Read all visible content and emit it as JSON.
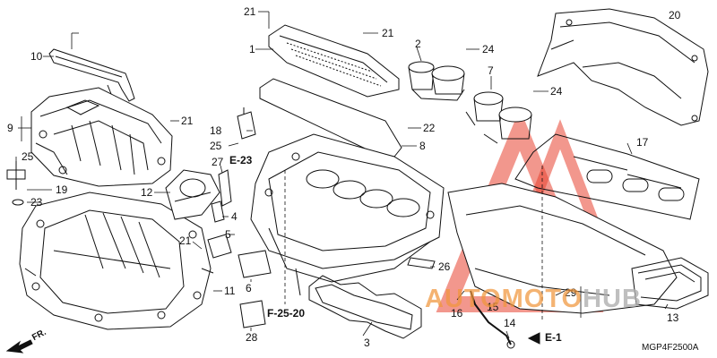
{
  "callouts": [
    "21",
    "1",
    "21",
    "2",
    "24",
    "20",
    "10",
    "7",
    "24",
    "9",
    "21",
    "22",
    "18",
    "8",
    "17",
    "25",
    "25",
    "27",
    "19",
    "23",
    "12",
    "4",
    "21",
    "5",
    "26",
    "11",
    "6",
    "29",
    "13",
    "16",
    "15",
    "14",
    "28",
    "3"
  ],
  "refs": {
    "e23": "E-23",
    "f2520": "F-25-20",
    "e1": "E-1"
  },
  "direction": "FR.",
  "diagram_code": "MGP4F2500A",
  "watermark": {
    "part1": "AUTOMOTO",
    "part2": "HUB",
    "colors": {
      "accent": "#e23a2e",
      "text": "#f0963c"
    }
  }
}
